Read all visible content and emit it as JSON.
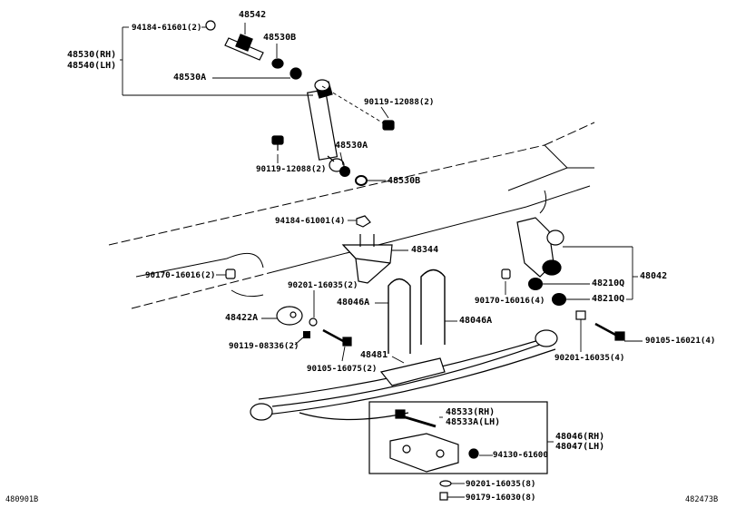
{
  "labels": {
    "p48542": "48542",
    "p94184_61601": "94184-61601(2)",
    "p48530B_top": "48530B",
    "p48530_rh": "48530(RH)",
    "p48540_lh": "48540(LH)",
    "p48530A_top": "48530A",
    "p90119_12088_a": "90119-12088(2)",
    "p48530A_mid": "48530A",
    "p90119_12088_b": "90119-12088(2)",
    "p48530B_mid": "48530B",
    "p94184_61001": "94184-61001(4)",
    "p48344": "48344",
    "p90170_16016_l": "90170-16016(2)",
    "p90201_16035_l": "90201-16035(2)",
    "p48046A_l": "48046A",
    "p48046A_r": "48046A",
    "p48422A": "48422A",
    "p90119_08336": "90119-08336(2)",
    "p90105_16075": "90105-16075(2)",
    "p48481": "48481",
    "p90170_16016_r": "90170-16016(4)",
    "p48210Q_a": "48210Q",
    "p48210Q_b": "48210Q",
    "p48042": "48042",
    "p90201_16035_r": "90201-16035(4)",
    "p90105_16021": "90105-16021(4)",
    "p48533_rh": "48533(RH)",
    "p48533A_lh": "48533A(LH)",
    "p48046_rh": "48046(RH)",
    "p48047_lh": "48047(LH)",
    "p94130_61600": "94130-61600",
    "p90201_16035_b": "90201-16035(8)",
    "p90179_16030": "90179-16030(8)",
    "code_left": "480901B",
    "code_right": "482473B"
  }
}
